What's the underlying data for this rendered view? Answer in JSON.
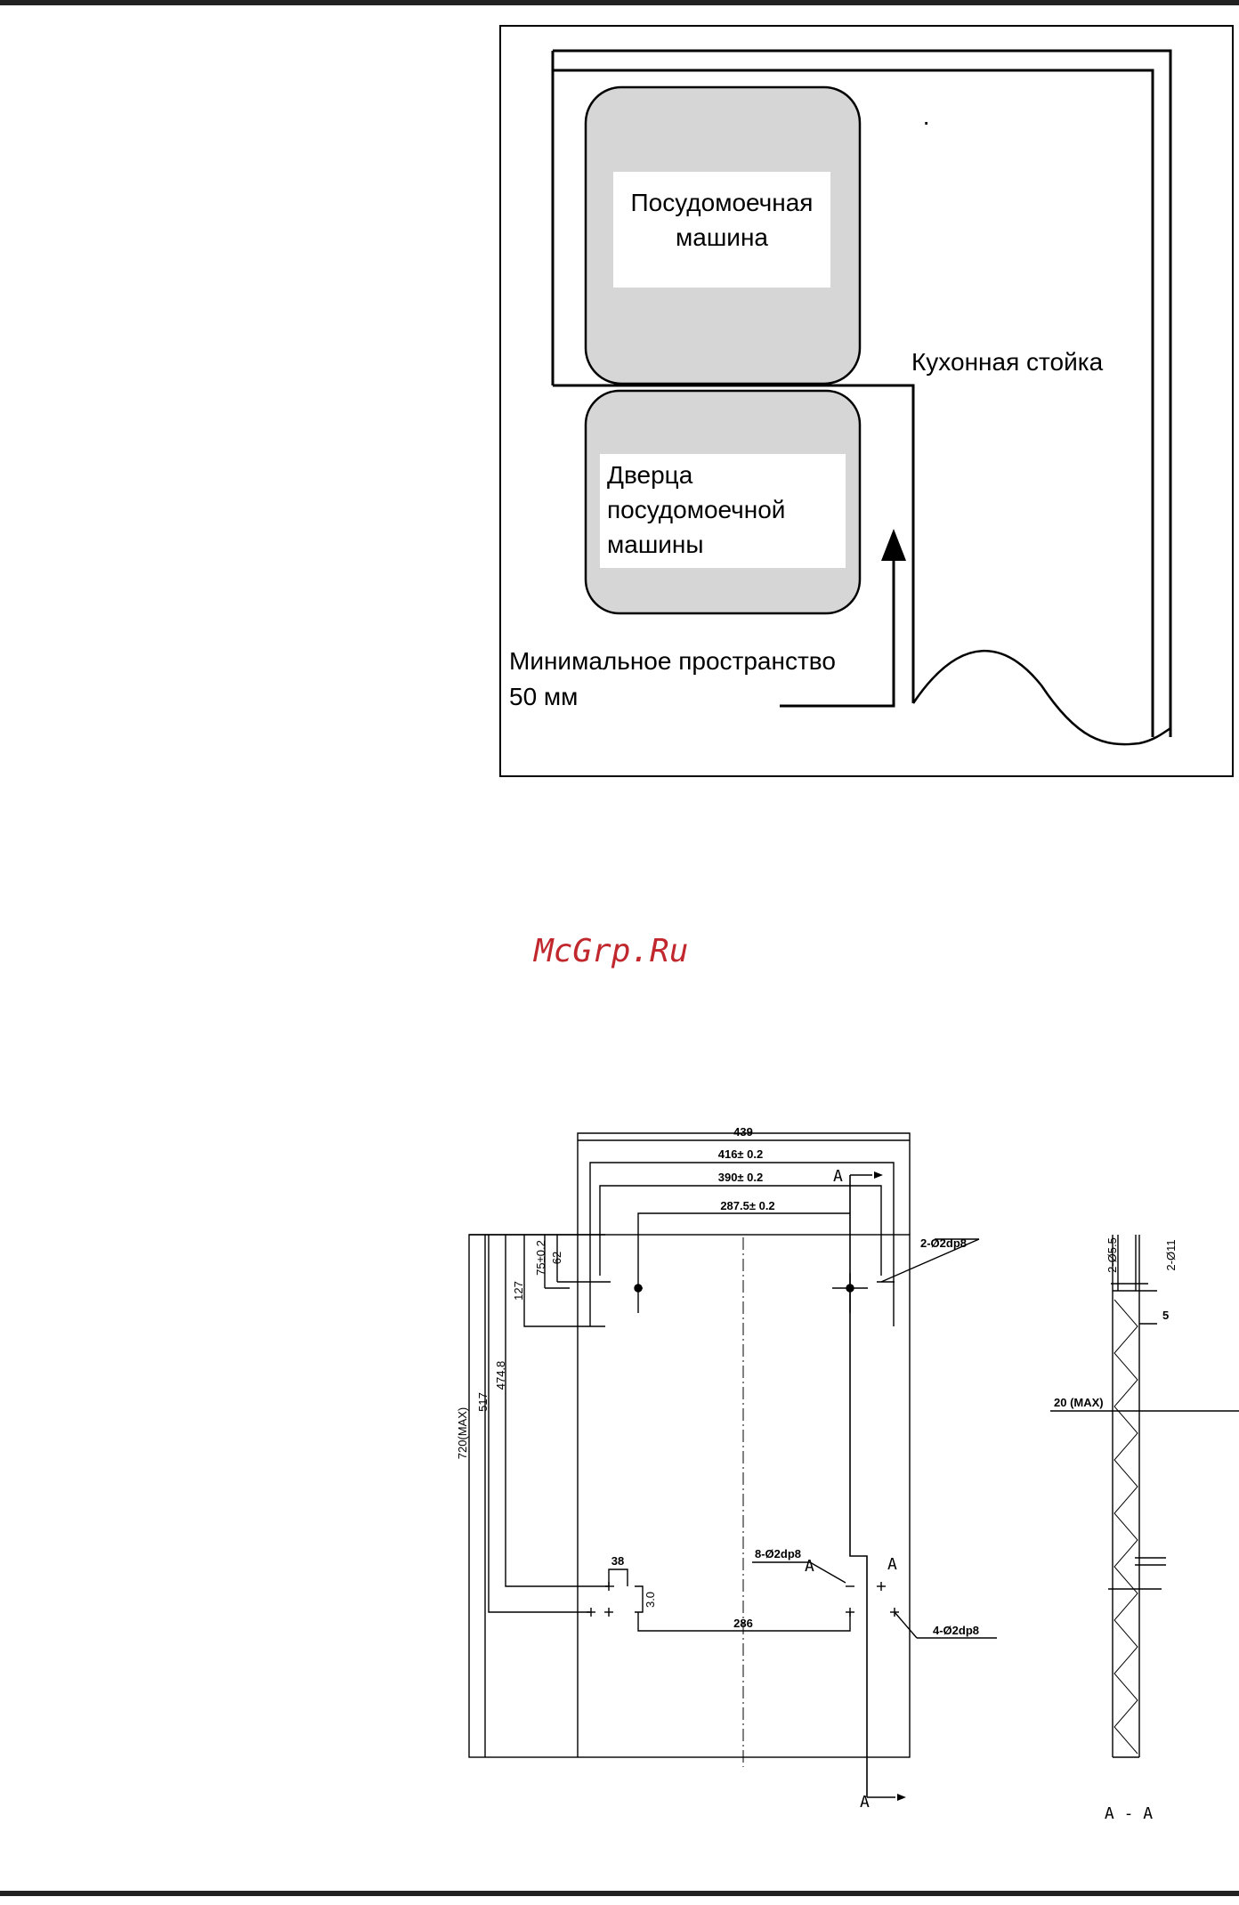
{
  "figure1": {
    "dishwasher_label_line1": "Посудомоечная",
    "dishwasher_label_line2": "машина",
    "door_label_line1": "Дверца",
    "door_label_line2": "посудомоечной",
    "door_label_line3": "машины",
    "counter_label": "Кухонная стойка",
    "clearance_line1": "Минимальное пространство",
    "clearance_line2": "50 мм",
    "marker": "·"
  },
  "watermark": "McGrp.Ru",
  "drawing": {
    "dim_439": "439",
    "dim_416": "416± 0.2",
    "dim_390": "390± 0.2",
    "dim_287": "287.5± 0.2",
    "dim_75": "75±0.2",
    "dim_62": "62",
    "dim_127": "127",
    "dim_474": "474.8",
    "dim_517": "517",
    "dim_720": "720(MAX)",
    "holes_top": "2-Ø2dp8",
    "holes_mid": "8-Ø2dp8",
    "holes_bottom": "4-Ø2dp8",
    "dim_38": "38",
    "dim_30": "3.0",
    "dim_286": "286",
    "section_mark": "A",
    "section_title": "A - A",
    "side_d55": "2-Ø5.5",
    "side_d11": "2-Ø11",
    "side_5": "5",
    "side_20": "20 (MAX)"
  }
}
